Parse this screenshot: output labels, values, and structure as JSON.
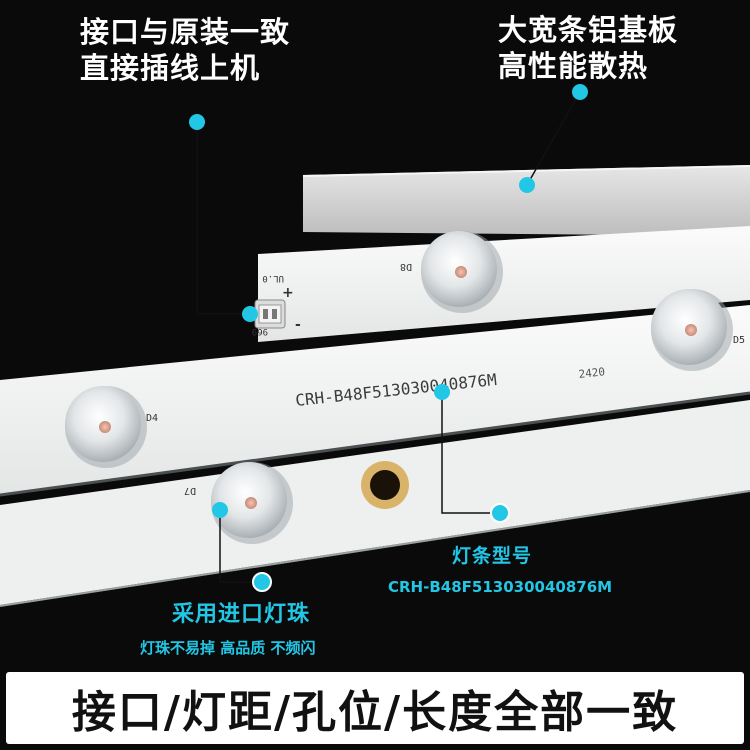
{
  "captions": {
    "interface_line1": "接口与原装一致",
    "interface_line2": "直接插线上机",
    "aluminum_line1": "大宽条铝基板",
    "aluminum_line2": "高性能散热",
    "model_title": "灯条型号",
    "model_code": "CRH-B48F513030040876M",
    "led_title": "采用进口灯珠",
    "led_subtitle": "灯珠不易掉  高品质 不频闪"
  },
  "strip_text": {
    "part_number": "CRH-B48F513030040876M",
    "batch_code": "2420",
    "board_code_flipped": "969",
    "board_version_flipped": "UL.0",
    "plus_sign": "+",
    "minus_sign": "-",
    "lens_labels": {
      "d8": "D8",
      "d5": "D5",
      "d4": "D4",
      "d7": "D7"
    }
  },
  "banner": {
    "text": "接口/灯距/孔位/长度全部一致"
  },
  "colors": {
    "accent_cyan": "#22c7e6",
    "background": "#0a0a0a",
    "strip_white": "#f2f3f3",
    "banner_bg": "#ffffff"
  }
}
